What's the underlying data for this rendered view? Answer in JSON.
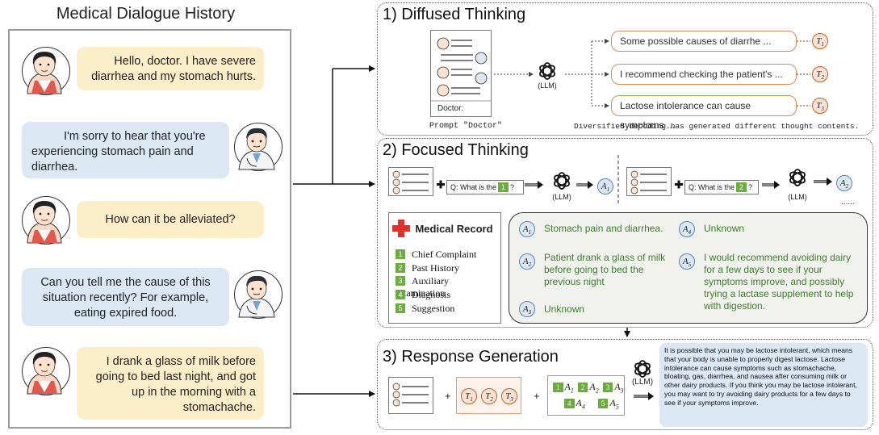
{
  "left": {
    "title": "Medical Dialogue History",
    "messages": [
      {
        "role": "patient",
        "text": "Hello, doctor. I have severe diarrhea and my stomach hurts."
      },
      {
        "role": "doctor",
        "text": "I'm sorry to hear that you're experiencing stomach pain and diarrhea."
      },
      {
        "role": "patient",
        "text": "How can it be alleviated?"
      },
      {
        "role": "doctor",
        "text": "Can you tell me the cause of this situation recently? For example, eating expired food."
      },
      {
        "role": "patient",
        "text": "I drank a glass of milk before going to bed last night, and got up in the morning with a stomachache."
      }
    ]
  },
  "diffused": {
    "title": "1) Diffused Thinking",
    "prompt_doctor_label": "Doctor:",
    "prompt_caption": "Prompt \"Doctor\"",
    "llm_label": "(LLM)",
    "thoughts": [
      {
        "text": "Some possible causes of diarrhe ...",
        "tag": "T",
        "sub": "1"
      },
      {
        "text": "I recommend checking the patient's  ...",
        "tag": "T",
        "sub": "2"
      },
      {
        "text": "Lactose intolerance can cause symptoms ...",
        "tag": "T",
        "sub": "3"
      }
    ],
    "caption": "Diversified decoding has generated different thought contents."
  },
  "focused": {
    "title": "2) Focused Thinking",
    "q_prefix": "Q: What is the",
    "q_suffix": "?",
    "q_nums": [
      "1",
      "2"
    ],
    "llm_label": "(LLM)",
    "a_labels": [
      {
        "tag": "A",
        "sub": "1"
      },
      {
        "tag": "A",
        "sub": "2"
      }
    ],
    "ellipsis": "......",
    "record_title": "Medical Record",
    "record_items": [
      {
        "num": "1",
        "label": "Chief Complaint"
      },
      {
        "num": "2",
        "label": "Past History"
      },
      {
        "num": "3",
        "label": "Auxiliary Examination"
      },
      {
        "num": "4",
        "label": "Diagnosis"
      },
      {
        "num": "5",
        "label": "Suggestion"
      }
    ],
    "answers": [
      {
        "tag": "A",
        "sub": "1",
        "text": "Stomach pain and diarrhea."
      },
      {
        "tag": "A",
        "sub": "2",
        "text": "Patient drank a glass of milk before going to bed the previous night"
      },
      {
        "tag": "A",
        "sub": "3",
        "text": "Unknown"
      },
      {
        "tag": "A",
        "sub": "4",
        "text": "Unknown"
      },
      {
        "tag": "A",
        "sub": "5",
        "text": "I would recommend avoiding dairy for a few days to see if your symptoms improve, and possibly trying a lactase supplement to help with digestion."
      }
    ]
  },
  "response": {
    "title": "3) Response Generation",
    "t_items": [
      {
        "tag": "T",
        "sub": "1"
      },
      {
        "tag": "T",
        "sub": "2"
      },
      {
        "tag": "T",
        "sub": "3"
      }
    ],
    "a_items": [
      {
        "num": "1",
        "tag": "A",
        "sub": "1"
      },
      {
        "num": "2",
        "tag": "A",
        "sub": "2"
      },
      {
        "num": "3",
        "tag": "A",
        "sub": "3"
      },
      {
        "num": "4",
        "tag": "A",
        "sub": "4"
      },
      {
        "num": "5",
        "tag": "A",
        "sub": "5"
      }
    ],
    "plus": "+",
    "llm_label": "(LLM)",
    "output_text": "It is possible that you may be lactose intolerant, which means that your body is unable to properly digest lactose. Lactose intolerance can cause symptoms such as stomachache, bloating, gas, diarrhea, and nausea after consuming milk or other dairy products. If you think you may be lactose intolerant, you may want to try avoiding dairy products for a few days to see if your symptoms improve."
  },
  "colors": {
    "patient_bubble": "#fbeec9",
    "doctor_bubble": "#dbe7f3",
    "thought_border": "#e0894e",
    "answer_green": "#3d7f2d",
    "tag_green": "#6cac3f",
    "record_red": "#e0322b"
  },
  "icons": [
    "patient-avatar-icon",
    "doctor-avatar-icon",
    "llm-logo-icon",
    "document-icon",
    "medical-cross-icon"
  ]
}
